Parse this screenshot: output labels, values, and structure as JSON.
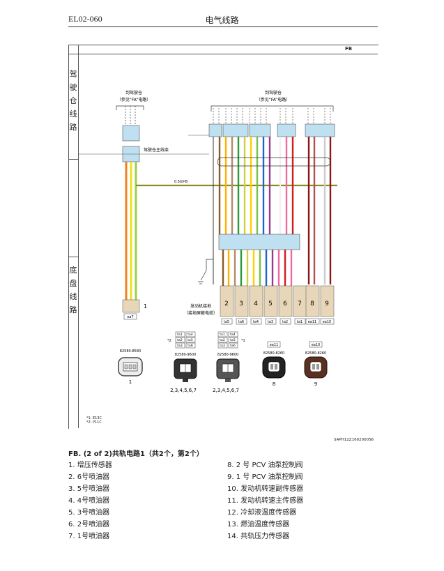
{
  "header": {
    "code": "EL02-060",
    "title": "电气线路"
  },
  "frame": {
    "tag": "FB",
    "zones": [
      {
        "label": [
          "驾",
          "驶",
          "仓",
          "线",
          "路"
        ]
      },
      {
        "label": [
          "底",
          "盘",
          "线",
          "路"
        ]
      }
    ]
  },
  "diagram": {
    "to_cab_left": [
      "到驾驶仓",
      "（参见“FA”电路）"
    ],
    "to_cab_right": [
      "到驾驶仓",
      "（参见“FA”电路）"
    ],
    "harness_label": "驾驶仓主线束",
    "ground_wire_label": "0.5GY-B",
    "engine_ground": [
      "发动机接地",
      "（接地屏蔽电缆）"
    ],
    "connectors": [
      {
        "code": "ea7",
        "pin": "1"
      },
      {
        "code": "ta5",
        "pin": "2"
      },
      {
        "code": "ta6",
        "pin": "3"
      },
      {
        "code": "ta4",
        "pin": "4"
      },
      {
        "code": "ta3",
        "pin": "5"
      },
      {
        "code": "ta2",
        "pin": "6"
      },
      {
        "code": "ta1",
        "pin": "7"
      },
      {
        "code": "ea11",
        "pin": "8"
      },
      {
        "code": "ea10",
        "pin": "9"
      }
    ],
    "parts": [
      {
        "id": "part-1",
        "code": "82580-8580",
        "caption": "1"
      },
      {
        "id": "part-2",
        "code": "82580-9600",
        "caption": "2,3,4,5,6,7"
      },
      {
        "id": "part-3",
        "code": "82580-9600",
        "caption": "2,3,4,5,6,7"
      },
      {
        "id": "part-8",
        "code": "82580-8260",
        "caption": "8",
        "tag": "ea11"
      },
      {
        "id": "part-9",
        "code": "82580-8260",
        "caption": "9",
        "tag": "ea10"
      }
    ],
    "connector_marks_a": [
      "ta1",
      "ta4",
      "ta2",
      "ta5",
      "ta3",
      "ta6"
    ],
    "connector_marks_b": [
      "ta1",
      "ta4",
      "ta2",
      "ta5",
      "ta3",
      "ta6"
    ],
    "mark_star_a": "*2",
    "mark_star_b": "*1",
    "notes": [
      "*1: E13C",
      "*2: P11C"
    ],
    "ref_code": "SAPH12Z1602000S6"
  },
  "wire_colors": [
    "#8a5a2b",
    "#f0e020",
    "#2a9a3a",
    "#ffd000",
    "#9ed04a",
    "#1a66cc",
    "#9a3a8a",
    "#ee6aa0",
    "#d02020",
    "#8a1a1a",
    "#b05050",
    "#b58a6a"
  ],
  "caption": "FB. (2 of 2)共轨电路1（共2个，第2个）",
  "legend_left": [
    "1. 增压传感器",
    "2. 6号喷油器",
    "3. 5号喷油器",
    "4. 4号喷油器",
    "5. 3号喷油器",
    "6. 2号喷油器",
    "7. 1号喷油器"
  ],
  "legend_right": [
    "8. 2 号 PCV 油泵控制阀",
    "9. 1 号 PCV 油泵控制阀",
    "10. 发动机转速副传感器",
    "11. 发动机转速主传感器",
    "12. 冷却液温度传感器",
    "13. 燃油温度传感器",
    "14. 共轨压力传感器"
  ]
}
